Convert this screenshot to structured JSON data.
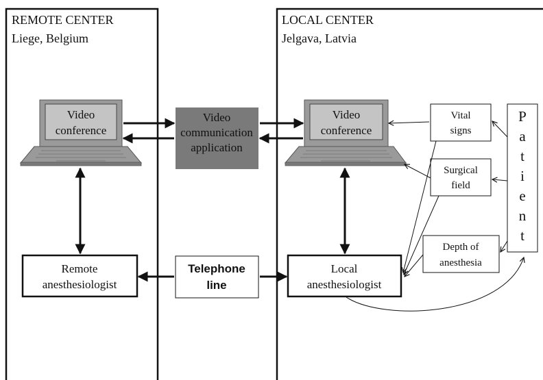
{
  "remote_center": {
    "title": "REMOTE CENTER",
    "location": "Liege, Belgium"
  },
  "local_center": {
    "title": "LOCAL CENTER",
    "location": "Jelgava, Latvia"
  },
  "remote_laptop": {
    "line1": "Video",
    "line2": "conference"
  },
  "local_laptop": {
    "line1": "Video",
    "line2": "conference"
  },
  "video_app": {
    "line1": "Video",
    "line2": "communication",
    "line3": "application"
  },
  "remote_anesthesiologist": {
    "line1": "Remote",
    "line2": "anesthesiologist"
  },
  "local_anesthesiologist": {
    "line1": "Local",
    "line2": "anesthesiologist"
  },
  "telephone": {
    "line1": "Telephone",
    "line2": "line"
  },
  "vital_signs": {
    "line1": "Vital",
    "line2": "signs"
  },
  "surgical_field": {
    "line1": "Surgical",
    "line2": "field"
  },
  "depth_of_anesthesia": {
    "line1": "Depth of",
    "line2": "anesthesia"
  },
  "patient": {
    "letters": [
      "P",
      "a",
      "t",
      "i",
      "e",
      "n",
      "t"
    ]
  },
  "colors": {
    "app_box_fill": "#7a7a7a",
    "laptop_body": "#9a9a9a",
    "laptop_screen": "#c4c4c4",
    "line": "#111111"
  }
}
